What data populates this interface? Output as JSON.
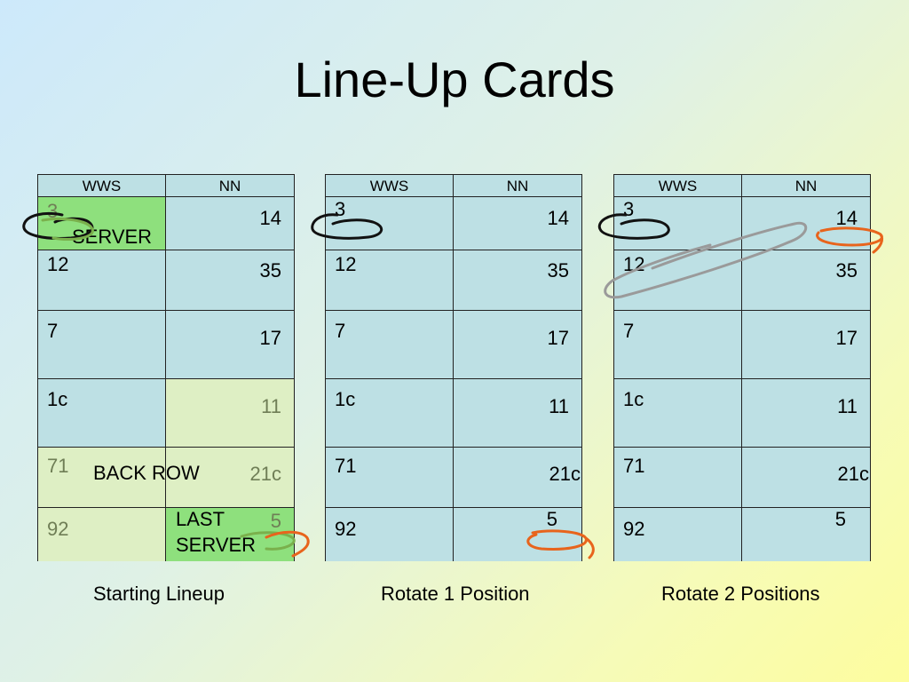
{
  "slide": {
    "title": "Line-Up Cards"
  },
  "cards": [
    {
      "caption": "Starting Lineup",
      "header": {
        "left": "WWS",
        "right": "NN"
      },
      "rows": [
        {
          "left": "3",
          "right": "14"
        },
        {
          "left": "12",
          "right": "35"
        },
        {
          "left": "7",
          "right": "17"
        },
        {
          "left": "1c",
          "right": "11"
        },
        {
          "left": "71",
          "right": "21c"
        },
        {
          "left": "92",
          "right": "5"
        }
      ],
      "notes": {
        "server": "SERVER",
        "back_row": "BACK ROW",
        "last_server_1": "LAST",
        "last_server_2": "SERVER"
      }
    },
    {
      "caption": "Rotate 1 Position",
      "header": {
        "left": "WWS",
        "right": "NN"
      },
      "rows": [
        {
          "left": "3",
          "right": "14"
        },
        {
          "left": "12",
          "right": "35"
        },
        {
          "left": "7",
          "right": "17"
        },
        {
          "left": "1c",
          "right": "11"
        },
        {
          "left": "71",
          "right": "21c"
        },
        {
          "left": "92",
          "right": "5"
        }
      ]
    },
    {
      "caption": "Rotate 2 Positions",
      "header": {
        "left": "WWS",
        "right": "NN"
      },
      "rows": [
        {
          "left": "3",
          "right": "14"
        },
        {
          "left": "12",
          "right": "35"
        },
        {
          "left": "7",
          "right": "17"
        },
        {
          "left": "1c",
          "right": "11"
        },
        {
          "left": "71",
          "right": "21c"
        },
        {
          "left": "92",
          "right": "5"
        }
      ]
    }
  ],
  "colors": {
    "server_cell": "#8ee07d",
    "back_row_cell": "#deefc4",
    "card_cell": "#bde0e4",
    "circle_black": "#111111",
    "circle_orange": "#e8641c",
    "circle_gray": "#9a9a9a",
    "circle_green": "#7ab04c"
  }
}
